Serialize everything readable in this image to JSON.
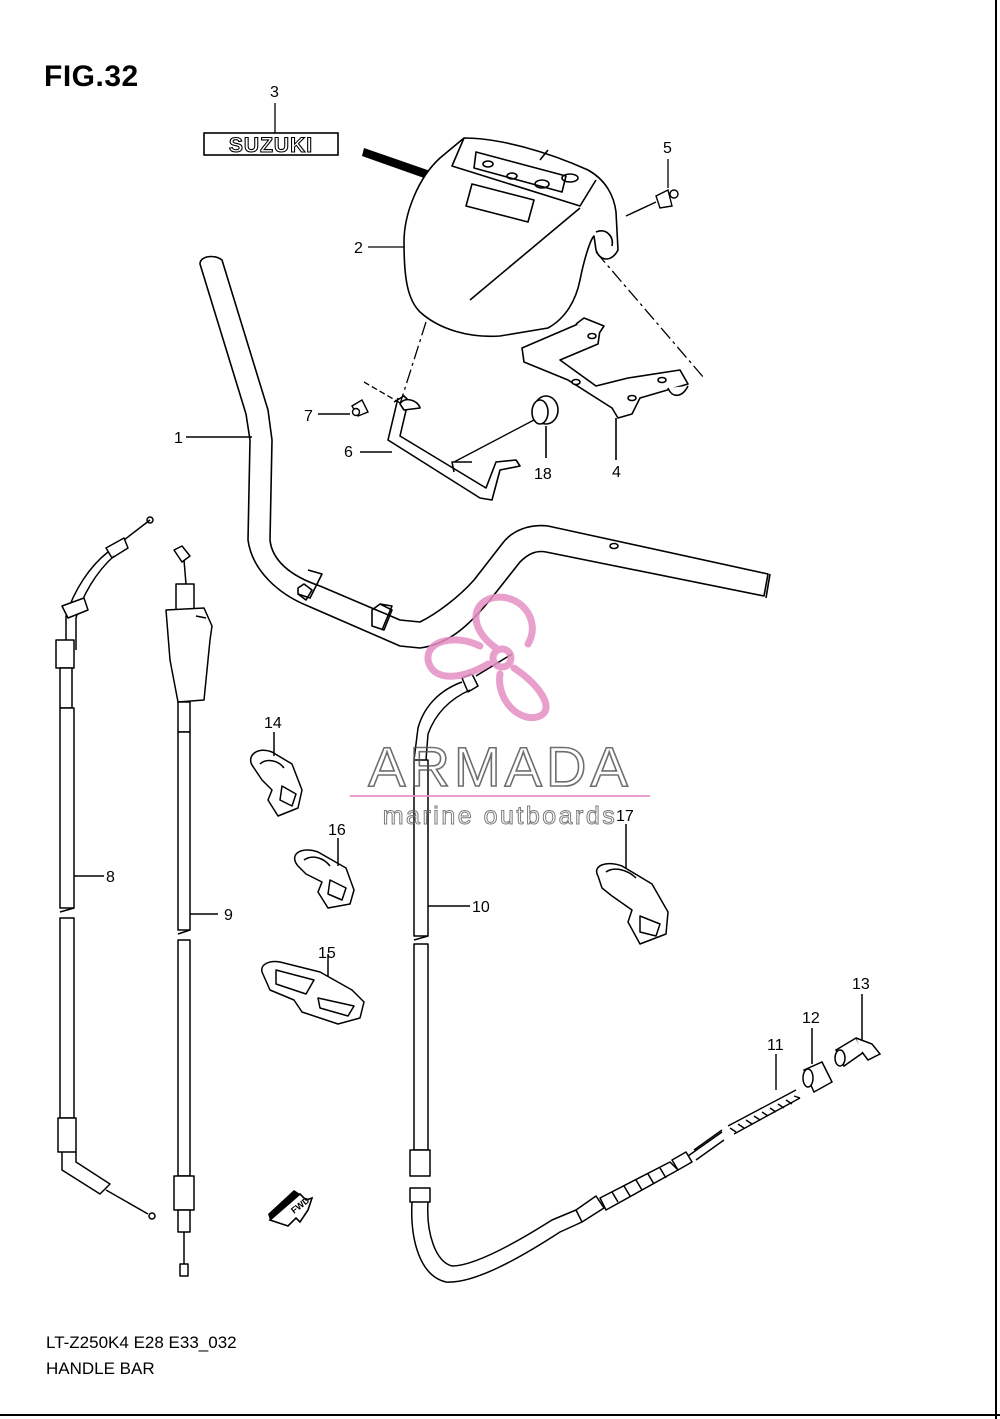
{
  "figure": {
    "title": "FIG.32",
    "code": "LT-Z250K4 E28 E33_032",
    "name": "HANDLE BAR"
  },
  "emblem": {
    "text": "SUZUKI"
  },
  "fwd_label": "FWD",
  "watermark": {
    "brand": "ARMADA",
    "tagline": "marine outboards",
    "color": "#e48fc4"
  },
  "parts": [
    {
      "number": "1"
    },
    {
      "number": "2"
    },
    {
      "number": "3"
    },
    {
      "number": "4"
    },
    {
      "number": "5"
    },
    {
      "number": "6"
    },
    {
      "number": "7"
    },
    {
      "number": "8"
    },
    {
      "number": "9"
    },
    {
      "number": "10"
    },
    {
      "number": "11"
    },
    {
      "number": "12"
    },
    {
      "number": "13"
    },
    {
      "number": "14"
    },
    {
      "number": "15"
    },
    {
      "number": "16"
    },
    {
      "number": "17"
    },
    {
      "number": "18"
    }
  ]
}
